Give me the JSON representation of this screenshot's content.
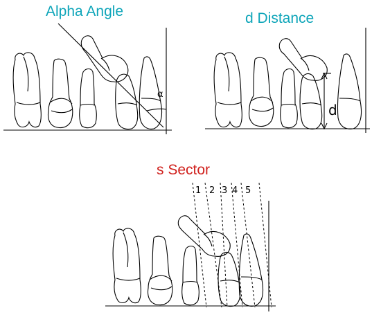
{
  "colors": {
    "alpha_title": "#0ea5b9",
    "sector_title": "#d0201c",
    "line": "#000000"
  },
  "panels": [
    {
      "title": "Alpha Angle",
      "label": "α"
    },
    {
      "title": "d Distance",
      "label": "d"
    },
    {
      "title": "s Sector",
      "sectors": [
        "1",
        "2",
        "3",
        "4",
        "5"
      ]
    }
  ]
}
